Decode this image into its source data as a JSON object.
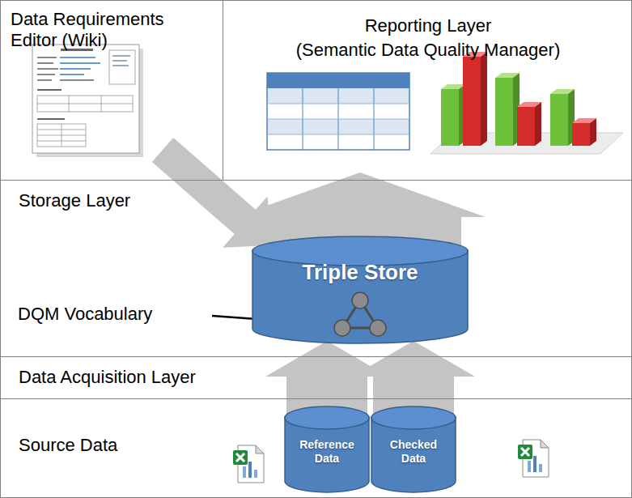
{
  "diagram": {
    "nodes": [
      {
        "text": [
          "Data Requirements Editor (Wiki)"
        ]
      },
      {
        "text": [
          "Reporting Layer",
          "(Semantic Data Quality Manager)"
        ]
      },
      {
        "text": [
          "Storage Layer"
        ]
      },
      {
        "text": [
          "Triple Store"
        ],
        "in": 2
      },
      {
        "text": [
          "Data Acquisition Layer"
        ]
      },
      {
        "text": [
          "Source Data"
        ]
      },
      {
        "text": [
          "Reference Data"
        ],
        "in": 5
      },
      {
        "text": [
          "Checked Data"
        ],
        "in": 5
      }
    ],
    "edges": [
      {
        "from": 0,
        "to": 3,
        "arrow": "to"
      },
      {
        "from": 3,
        "to": 1,
        "arrow": "to"
      },
      {
        "from": 6,
        "to": 3,
        "arrow": "to"
      },
      {
        "from": 7,
        "to": 3,
        "arrow": "to"
      }
    ],
    "labels": [
      "DQM Vocabulary"
    ]
  }
}
